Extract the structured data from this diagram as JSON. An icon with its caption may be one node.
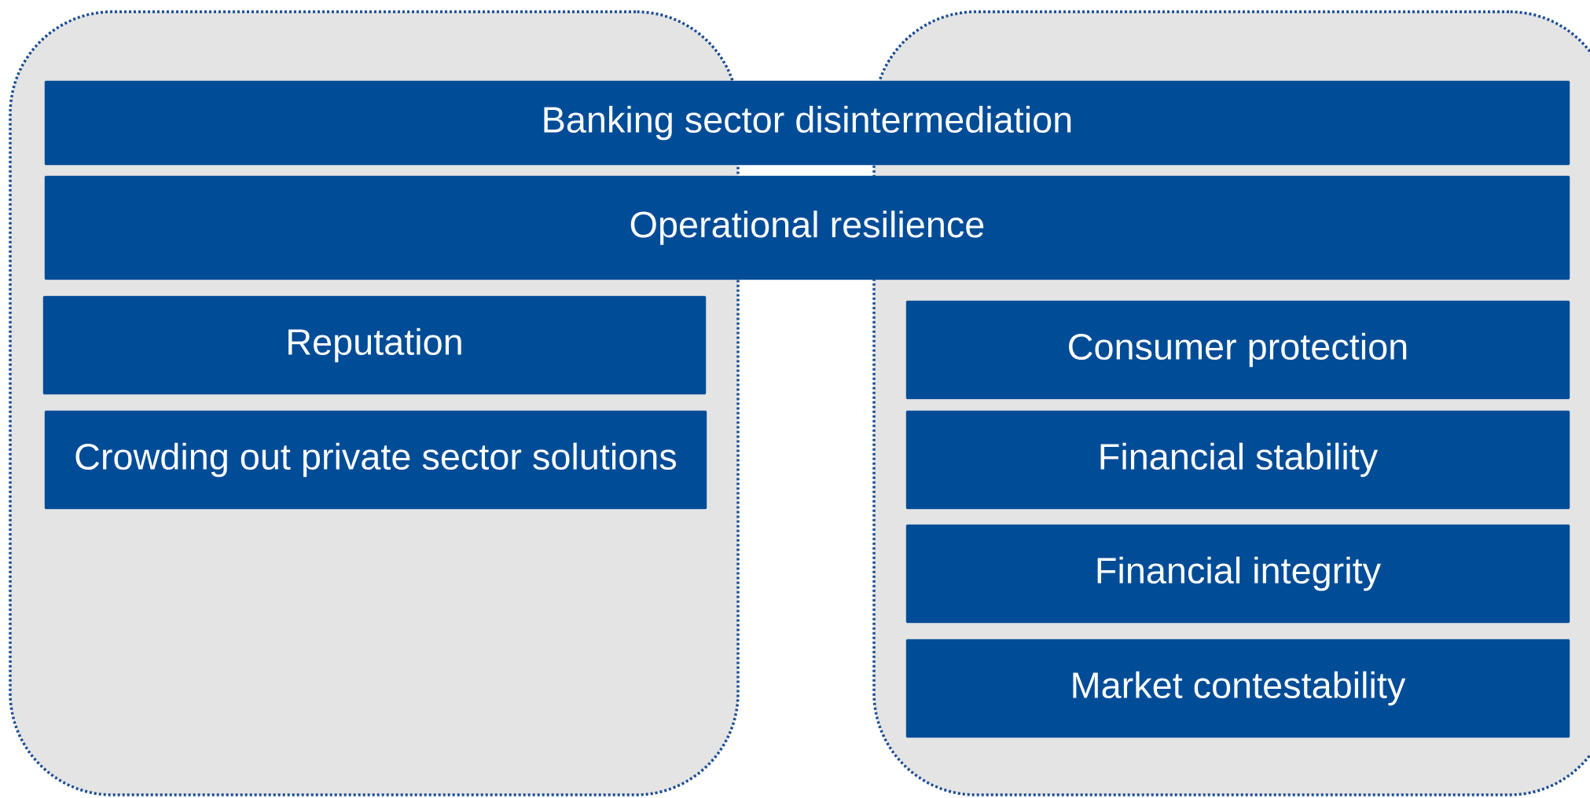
{
  "diagram": {
    "nodes": [
      {
        "text": [],
        "shape": "box"
      },
      {
        "text": [],
        "shape": "box"
      },
      {
        "text": [
          "Banking sector disintermediation"
        ]
      },
      {
        "text": [
          "Operational resilience"
        ]
      },
      {
        "text": [
          "Reputation"
        ],
        "in": 0
      },
      {
        "text": [
          "Crowding out private sector solutions"
        ],
        "in": 0
      },
      {
        "text": [
          "Consumer protection"
        ],
        "in": 1
      },
      {
        "text": [
          "Financial stability"
        ],
        "in": 1
      },
      {
        "text": [
          "Financial integrity"
        ],
        "in": 1
      },
      {
        "text": [
          "Market contestability"
        ],
        "in": 1
      }
    ]
  }
}
